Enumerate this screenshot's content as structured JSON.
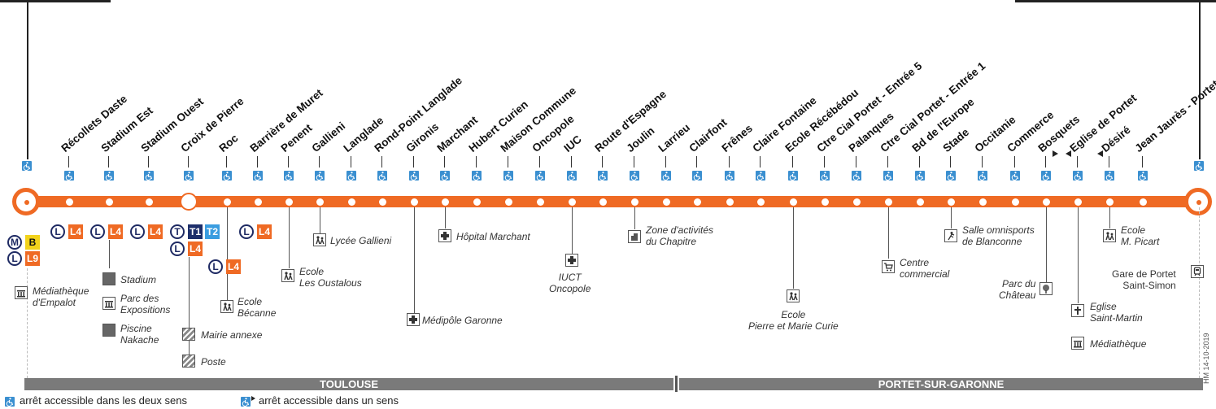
{
  "stops": [
    {
      "name": "Récollets Daste"
    },
    {
      "name": "Stadium Est"
    },
    {
      "name": "Stadium Ouest"
    },
    {
      "name": "Croix de Pierre"
    },
    {
      "name": "Roc"
    },
    {
      "name": "Barrière de Muret"
    },
    {
      "name": "Penent"
    },
    {
      "name": "Gallieni"
    },
    {
      "name": "Langlade"
    },
    {
      "name": "Rond-Point Langlade"
    },
    {
      "name": "Gironis"
    },
    {
      "name": "Marchant"
    },
    {
      "name": "Hubert Curien"
    },
    {
      "name": "Maison Commune"
    },
    {
      "name": "Oncopole"
    },
    {
      "name": "IUC"
    },
    {
      "name": "Route d'Espagne"
    },
    {
      "name": "Joulin"
    },
    {
      "name": "Larrieu"
    },
    {
      "name": "Clairfont"
    },
    {
      "name": "Frênes"
    },
    {
      "name": "Claire Fontaine"
    },
    {
      "name": "Ecole Récébédou"
    },
    {
      "name": "Ctre Cial Portet - Entrée 5"
    },
    {
      "name": "Palanques"
    },
    {
      "name": "Ctre Cial Portet - Entrée 1"
    },
    {
      "name": "Bd de l'Europe"
    },
    {
      "name": "Stade"
    },
    {
      "name": "Occitanie"
    },
    {
      "name": "Commerce"
    },
    {
      "name": "Bosquets"
    },
    {
      "name": "Eglise de Portet"
    },
    {
      "name": "Désiré"
    },
    {
      "name": "Jean Jaurès - Portet"
    }
  ],
  "connections": {
    "badge_L": "L",
    "badge_L4": "L4",
    "badge_M": "M",
    "badge_B": "B",
    "badge_L9": "L9",
    "badge_T": "T",
    "badge_T1": "T1",
    "badge_T2": "T2"
  },
  "pois": {
    "mediatheque_empalot": "Médiathèque\nd'Empalot",
    "stadium": "Stadium",
    "parc_expositions": "Parc des\nExpositions",
    "piscine_nakache": "Piscine\nNakache",
    "mairie_annexe": "Mairie annexe",
    "poste": "Poste",
    "ecole_becanne": "Ecole\nBécanne",
    "lycee_gallieni": "Lycée Gallieni",
    "ecole_oustalous": "Ecole\nLes Oustalous",
    "medipole": "Médipôle Garonne",
    "hopital_marchant": "Hôpital Marchant",
    "iuct": "IUCT\nOncopole",
    "zone_chapitre": "Zone d'activités\ndu Chapitre",
    "ecole_curie": "Ecole\nPierre et Marie Curie",
    "centre_commercial": "Centre\ncommercial",
    "salle_blanconne": "Salle omnisports\nde Blanconne",
    "parc_chateau": "Parc du\nChâteau",
    "eglise_st_martin": "Eglise\nSaint-Martin",
    "mediatheque": "Médiathèque",
    "ecole_picart": "Ecole\nM. Picart",
    "gare_portet": "Gare de Portet\nSaint-Simon"
  },
  "zones": {
    "left": "TOULOUSE",
    "right": "PORTET-SUR-GARONNE"
  },
  "legend": {
    "both": "arrêt accessible dans les deux sens",
    "one": "arrêt accessible dans un sens"
  },
  "footer_code": "HM 14-10-2019",
  "colors": {
    "line": "#ef6a24",
    "accessible": "#3a8fd0",
    "bar": "#7a7a7a"
  }
}
